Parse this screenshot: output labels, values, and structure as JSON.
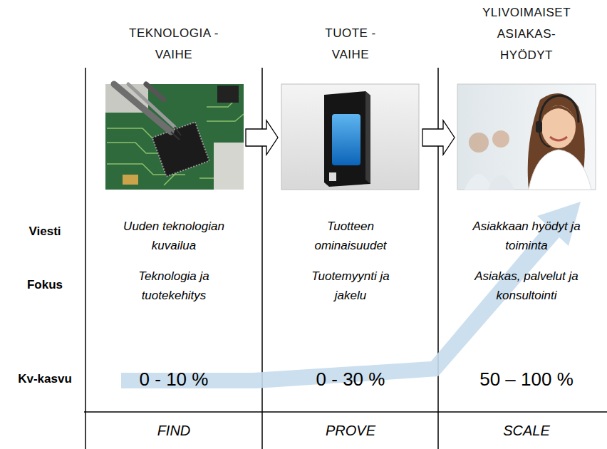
{
  "diagram": {
    "labels": [
      "TEKNOLOGIA -VAIHE",
      "TUOTE -VAIHE",
      "YLIVOIMAISET ASIAKAS- HYÖDYT",
      "Viesti",
      "Uuden teknologian kuvailua",
      "Tuotteen ominaisuudet",
      "Asiakkaan hyödyt ja toiminta",
      "Fokus",
      "Teknologia ja tuotekehitys",
      "Tuotemyynti ja jakelu",
      "Asiakas, palvelut ja konsultointi",
      "Kv-kasvu",
      "0 - 10 %",
      "0 - 30 %",
      "50 – 100 %",
      "FIND",
      "PROVE",
      "SCALE"
    ]
  }
}
